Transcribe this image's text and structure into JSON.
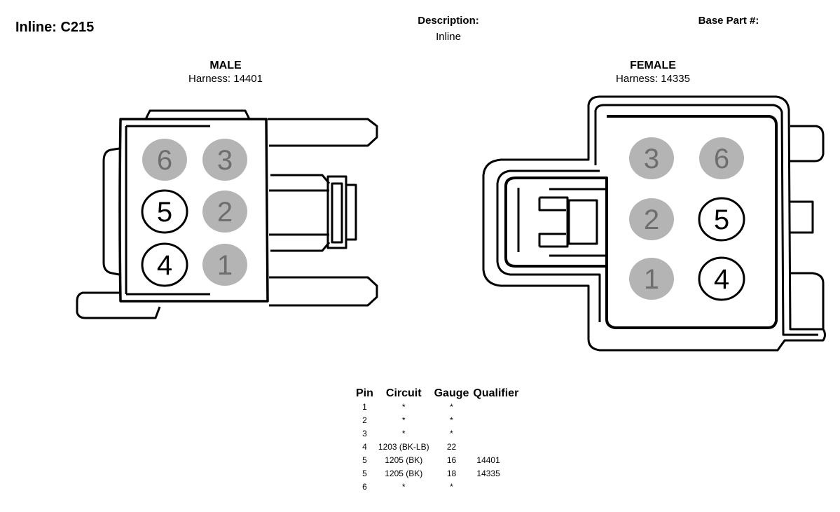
{
  "header": {
    "title": "Inline: C215",
    "description_label": "Description:",
    "description_value": "Inline",
    "base_part_label": "Base Part #:"
  },
  "male": {
    "title": "MALE",
    "harness": "Harness: 14401",
    "pins": [
      {
        "label": "6",
        "shaded": true
      },
      {
        "label": "3",
        "shaded": true
      },
      {
        "label": "5",
        "shaded": false
      },
      {
        "label": "2",
        "shaded": true
      },
      {
        "label": "4",
        "shaded": false
      },
      {
        "label": "1",
        "shaded": true
      }
    ]
  },
  "female": {
    "title": "FEMALE",
    "harness": "Harness: 14335",
    "pins": [
      {
        "label": "3",
        "shaded": true
      },
      {
        "label": "6",
        "shaded": true
      },
      {
        "label": "2",
        "shaded": true
      },
      {
        "label": "5",
        "shaded": false
      },
      {
        "label": "1",
        "shaded": true
      },
      {
        "label": "4",
        "shaded": false
      }
    ]
  },
  "table": {
    "headers": [
      "Pin",
      "Circuit",
      "Gauge",
      "Qualifier"
    ],
    "rows": [
      [
        "1",
        "*",
        "*",
        ""
      ],
      [
        "2",
        "*",
        "*",
        ""
      ],
      [
        "3",
        "*",
        "*",
        ""
      ],
      [
        "4",
        "1203 (BK-LB)",
        "22",
        ""
      ],
      [
        "5",
        "1205 (BK)",
        "16",
        "14401"
      ],
      [
        "5",
        "1205 (BK)",
        "18",
        "14335"
      ],
      [
        "6",
        "*",
        "*",
        ""
      ]
    ]
  },
  "colors": {
    "shaded_pin": "#b4b4b4",
    "outline": "#000000"
  }
}
